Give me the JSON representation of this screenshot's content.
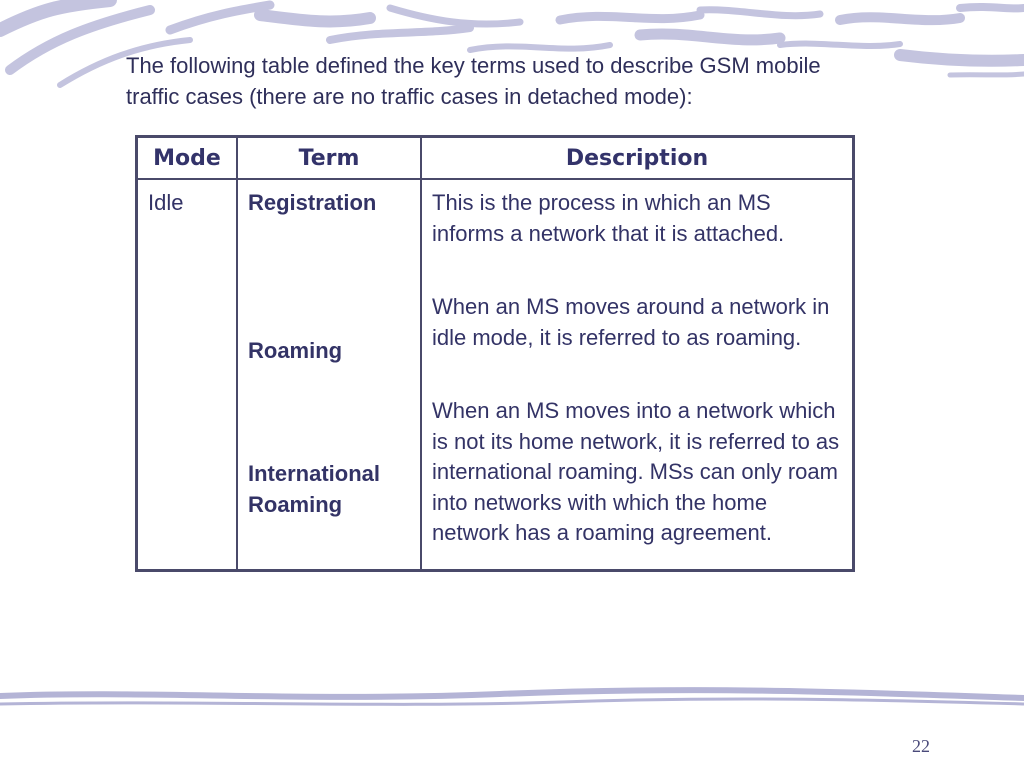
{
  "slide": {
    "intro_line1": "The following table defined the key terms used to describe GSM mobile",
    "intro_line2": "traffic cases (there are no traffic cases in detached mode):",
    "page_number": "22"
  },
  "table": {
    "headers": [
      "Mode",
      "Term",
      "Description"
    ],
    "rows": [
      {
        "mode": "Idle",
        "terms": [
          "Registration",
          "Roaming",
          "International Roaming"
        ],
        "descriptions": [
          "This is the process in which an MS informs a network that it is attached.",
          "When an MS moves around a network in idle mode, it is referred to as roaming.",
          "When an MS moves into a network which is not its home network, it is referred to as international roaming. MSs can only roam into networks with which the home network has a roaming agreement."
        ]
      }
    ]
  },
  "theme": {
    "text_color": "#333366",
    "border_color": "#4a4a6a",
    "decoration_color": "#b8b8d8"
  }
}
